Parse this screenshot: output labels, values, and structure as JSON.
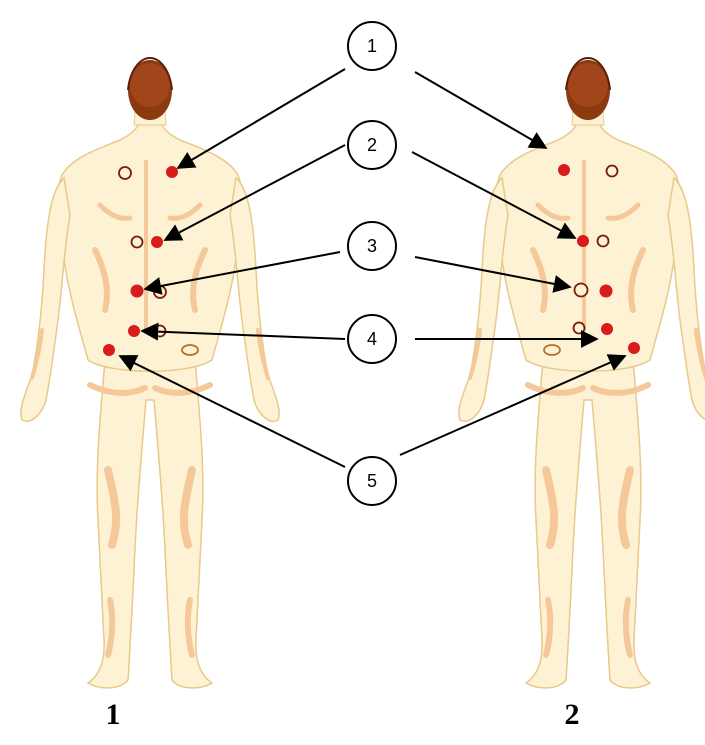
{
  "figures": [
    {
      "label": "1"
    },
    {
      "label": "2"
    }
  ],
  "callouts": [
    {
      "number": "1"
    },
    {
      "number": "2"
    },
    {
      "number": "3"
    },
    {
      "number": "4"
    },
    {
      "number": "5"
    }
  ],
  "colors": {
    "skin": "#fdf3d4",
    "skin_outline": "#e8c98a",
    "shade": "#f5c89a",
    "hair": "#8b3a10",
    "hair_dark": "#5a2008",
    "point_active": "#d81b1b",
    "point_empty_stroke": "#7a1a0a",
    "arrow": "#000000"
  }
}
